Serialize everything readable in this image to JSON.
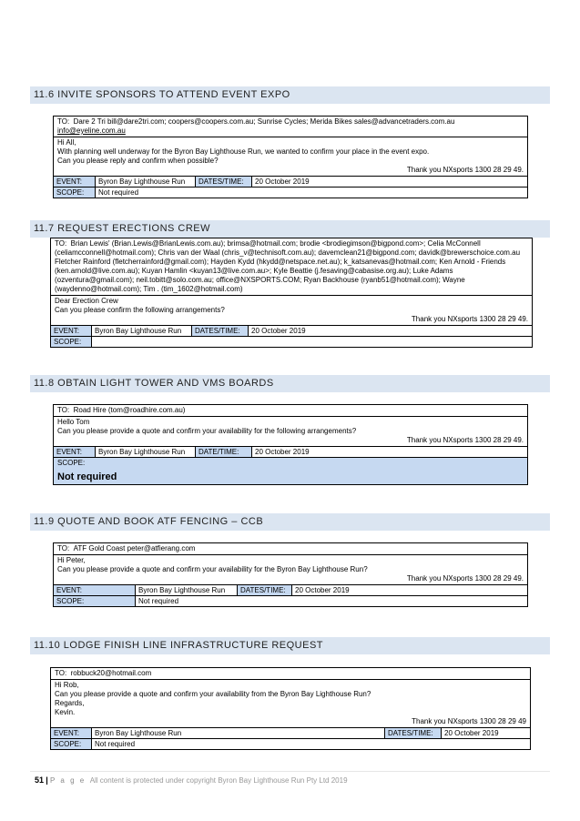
{
  "s1": {
    "title": "11.6  INVITE SPONSORS TO ATTEND EVENT EXPO",
    "to_label": "TO:",
    "to_line1": "Dare 2 Tri bill@dare2tri.com; coopers@coopers.com.au; Sunrise Cycles; Merida Bikes sales@advancetraders.com.au",
    "to_line2": "info@eyeline.com.au",
    "body": [
      "Hi All,",
      "With planning well underway for the Byron Bay Lighthouse Run, we wanted to confirm your place in the event expo.",
      "Can you please reply and confirm when possible?"
    ],
    "sign": "Thank you NXsports 1300 28 29 49.",
    "event_label": "EVENT:",
    "event": "Byron Bay Lighthouse Run",
    "dt_label": "DATES/TIME:",
    "dt": "20 October 2019",
    "scope_label": "SCOPE:",
    "scope": "Not required"
  },
  "s2": {
    "title": "11.7  REQUEST ERECTIONS CREW",
    "to_label": "TO:",
    "to_lines": [
      "Brian Lewis' (Brian.Lewis@BrianLewis.com.au); brimsa@hotmail.com; brodie <brodiegimson@bigpond.com>; Celia McConnell",
      "(celiamcconnell@hotmail.com); Chris van der Waal (chris_v@technisoft.com.au); davemclean21@bigpond.com; davidk@brewerschoice.com.au",
      "Fletcher Rainford (fletcherrainford@gmail.com); Hayden Kydd (hkydd@netspace.net.au); k_katsanevas@hotmail.com; Ken Arnold - Friends",
      "(ken.arnold@live.com.au); Kuyan Hamlin <kuyan13@live.com.au>; Kyle Beattie (j.fesaving@cabasise.org.au); Luke Adams",
      "(ozventura@gmail.com); neil.tobitt@solo.com.au; office@NXSPORTS.COM; Ryan Backhouse (ryanb51@hotmail.com); Wayne",
      "(waydenno@hotmail.com); Tim . (tim_1602@hotmail.com)"
    ],
    "body": [
      "Dear Erection Crew",
      "Can you please confirm the following arrangements?"
    ],
    "sign": "Thank you NXsports 1300 28 29 49.",
    "event_label": "EVENT:",
    "event": "Byron Bay Lighthouse Run",
    "dt_label": "DATES/TIME:",
    "dt": "20 October 2019",
    "scope_label": "SCOPE:",
    "scope": ""
  },
  "s3": {
    "title": "11.8  OBTAIN LIGHT TOWER AND VMS BOARDS",
    "to_label": "TO:",
    "to_line1": "Road Hire (tom@roadhire.com.au)",
    "body": [
      "Hello Tom",
      "Can you please provide a quote and confirm your availability for the following arrangements?"
    ],
    "sign": "Thank you NXsports 1300 28 29 49.",
    "event_label": "EVENT:",
    "event": "Byron Bay Lighthouse Run",
    "dt_label": "DATE/TIME:",
    "dt": "20 October 2019",
    "scope_label": "SCOPE:",
    "scope": "Not required"
  },
  "s4": {
    "title": "11.9  QUOTE AND BOOK ATF FENCING – CCB",
    "to_label": "TO:",
    "to_line1": "ATF Gold Coast peter@atfierang.com",
    "body": [
      "Hi Peter,",
      "Can you please provide a quote and confirm your availability for the Byron Bay Lighthouse Run?"
    ],
    "sign": "Thank you NXsports 1300 28 29 49.",
    "event_label": "EVENT:",
    "event": "Byron Bay Lighthouse Run",
    "dt_label": "DATES/TIME:",
    "dt": "20 October 2019",
    "scope_label": "SCOPE:",
    "scope": "Not required"
  },
  "s5": {
    "title": "11.10 LODGE FINISH LINE INFRASTRUCTURE REQUEST",
    "to_label": "TO:",
    "to_line1": "robbuck20@hotmail.com",
    "body": [
      "Hi Rob,",
      "Can you please provide a quote and confirm your availability from the Byron Bay Lighthouse Run?",
      "Regards,",
      "Kevin."
    ],
    "sign": "Thank you NXsports 1300 28 29 49",
    "event_label": "EVENT:",
    "event": "Byron Bay Lighthouse Run",
    "dt_label": "DATES/TIME:",
    "dt": "20 October 2019",
    "scope_label": "SCOPE:",
    "scope": "Not required"
  },
  "footer": {
    "page": "51",
    "sep": "|",
    "page_word": "P a g e",
    "text": "All content is protected under copyright Byron Bay Lighthouse Run Pty Ltd 2019"
  }
}
